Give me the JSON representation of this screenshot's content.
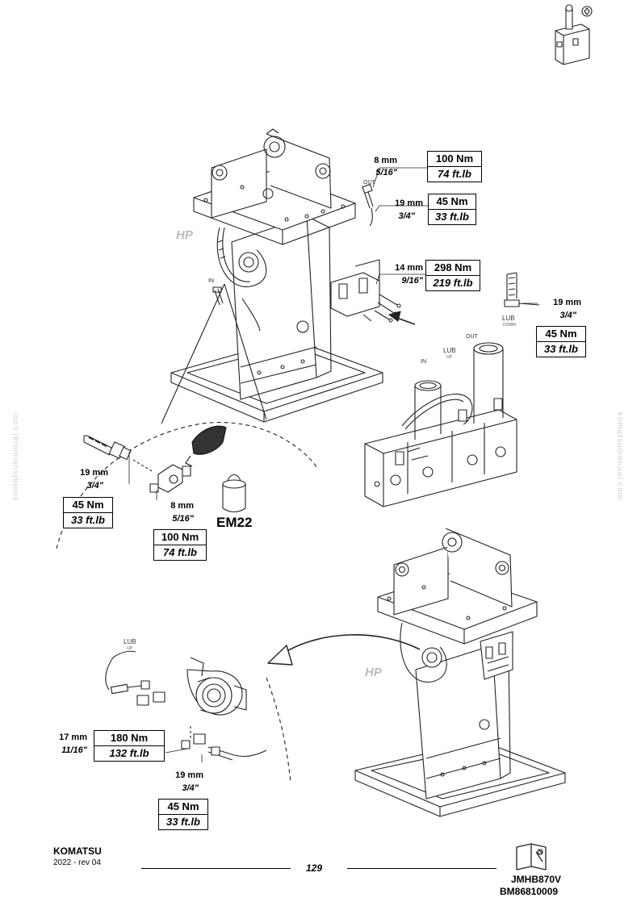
{
  "callouts": {
    "out_top": "OUT",
    "in_left": "IN",
    "in_valve": "IN",
    "lub_up": "LUB",
    "lub_up_sub": "UP",
    "out_valve": "OUT",
    "lub_down": "LUB",
    "lub_down_sub": "DOWN",
    "lub_bottom": "LUB",
    "lub_bottom_sub": "UP"
  },
  "brand_marks": {
    "hp_top": "HP",
    "hp_bottom": "HP"
  },
  "watermark": "komatsumanual.com",
  "specs": {
    "s1": {
      "mm": "8 mm",
      "inch": "5/16\"",
      "nm": "100 Nm",
      "ftlb": "74 ft.lb"
    },
    "s2": {
      "mm": "19 mm",
      "inch": "3/4\"",
      "nm": "45 Nm",
      "ftlb": "33 ft.lb"
    },
    "s3": {
      "mm": "14 mm",
      "inch": "9/16\"",
      "nm": "298 Nm",
      "ftlb": "219  ft.lb"
    },
    "s4": {
      "mm": "19 mm",
      "inch": "3/4\"",
      "nm": "45 Nm",
      "ftlb": "33 ft.lb"
    },
    "s5": {
      "mm": "19 mm",
      "inch": "3/4\"",
      "nm": "45 Nm",
      "ftlb": "33 ft.lb"
    },
    "s6": {
      "mm": "8 mm",
      "inch": "5/16\"",
      "nm": "100 Nm",
      "ftlb": "74 ft.lb"
    },
    "s7": {
      "mm": "17 mm",
      "inch": "11/16\"",
      "nm": "180 Nm",
      "ftlb": "132  ft.lb"
    },
    "s8": {
      "mm": "19 mm",
      "inch": "3/4\"",
      "nm": "45 Nm",
      "ftlb": "33 ft.lb"
    }
  },
  "consumable": "EM22",
  "footer": {
    "brand": "KOMATSU",
    "revision": "2022 -   rev 04",
    "page": "129",
    "model": "JMHB870V",
    "doc_code": "BM86810009"
  }
}
